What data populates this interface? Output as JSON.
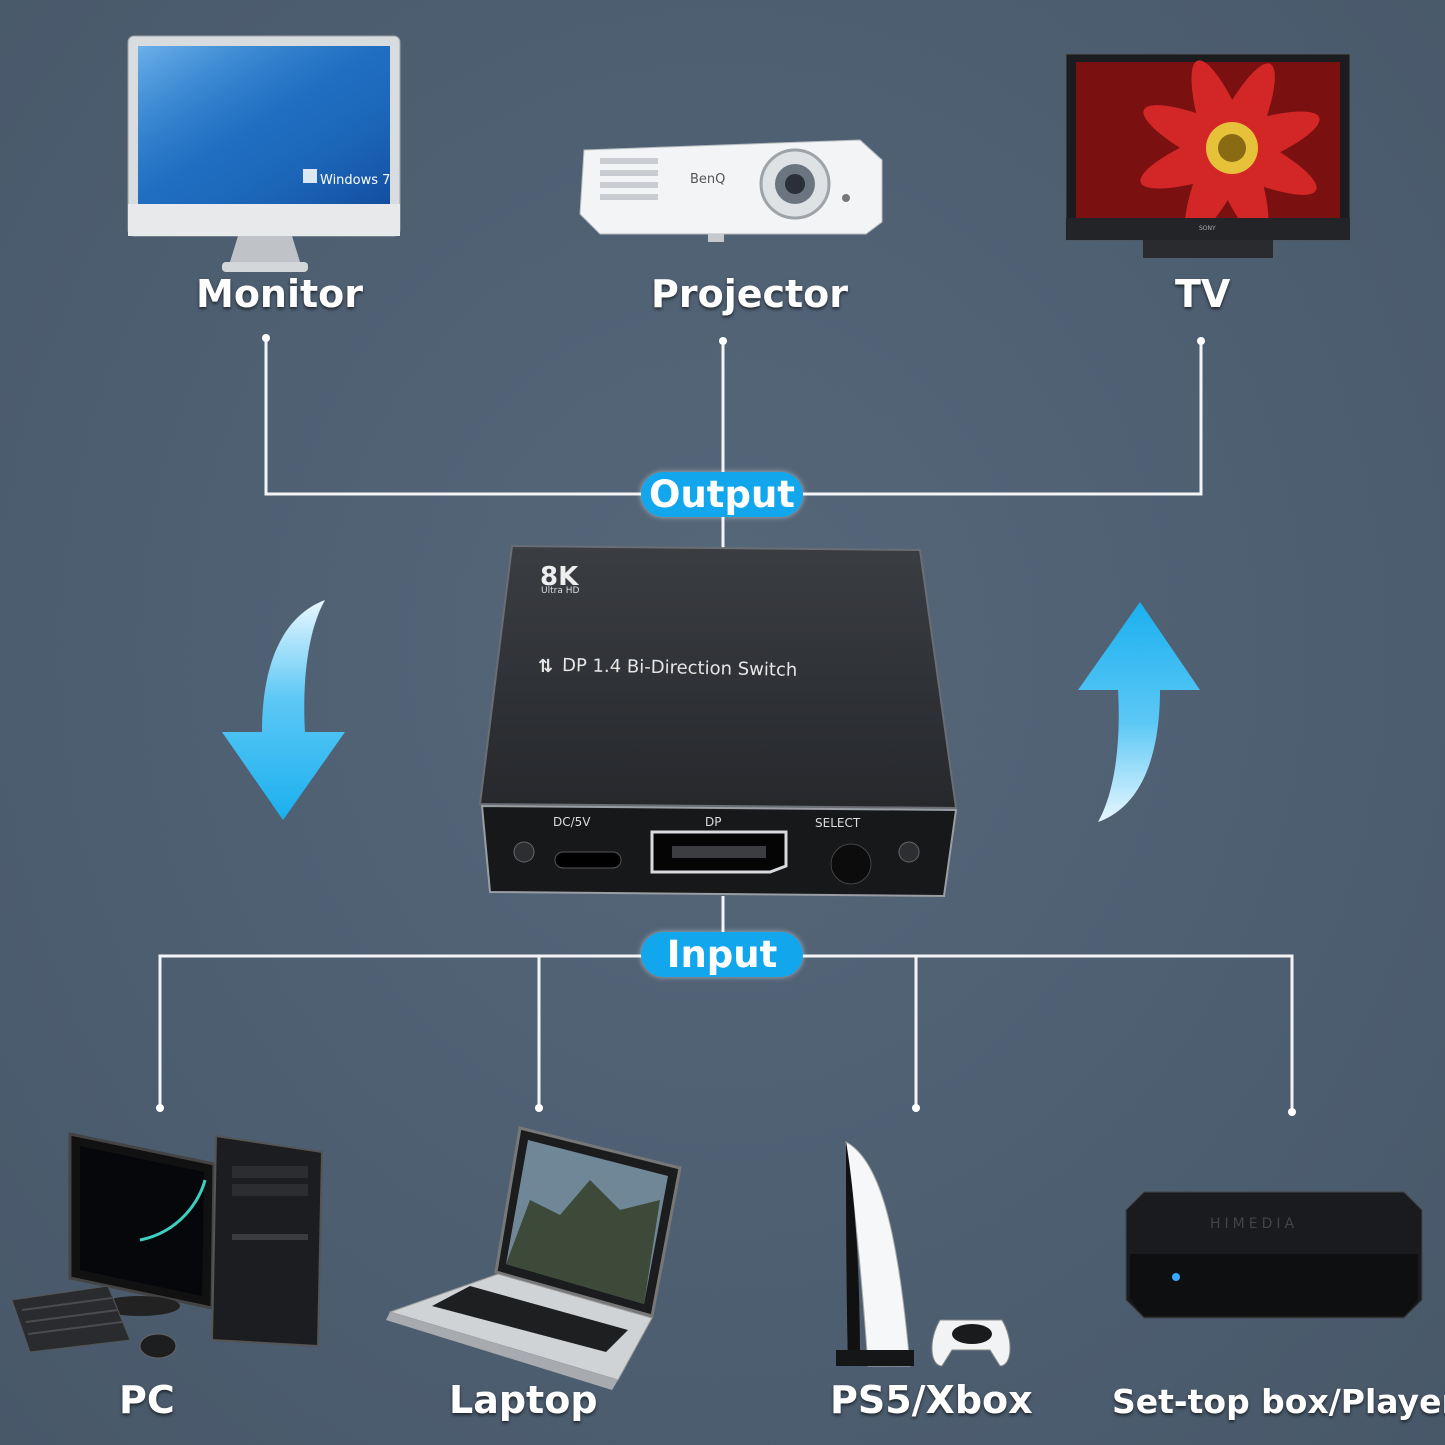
{
  "outputs": {
    "monitor": "Monitor",
    "projector": "Projector",
    "tv": "TV"
  },
  "output_pill": "Output",
  "input_pill": "Input",
  "inputs": {
    "pc": "PC",
    "laptop": "Laptop",
    "console": "PS5/Xbox",
    "settop": "Set-top box/Player"
  },
  "device": {
    "badge": "8K",
    "badge_sub": "Ultra HD",
    "name": "DP 1.4 Bi-Direction Switch",
    "port_power": "DC/5V",
    "port_dp": "DP",
    "port_select": "SELECT"
  },
  "screen_text": {
    "monitor_os": "Windows 7",
    "projector_brand": "BenQ",
    "tv_brand": "SONY",
    "settop_brand": "HIMEDIA"
  },
  "colors": {
    "background": "#4e5f72",
    "accent": "#12a6ec",
    "connector": "#ffffff"
  }
}
